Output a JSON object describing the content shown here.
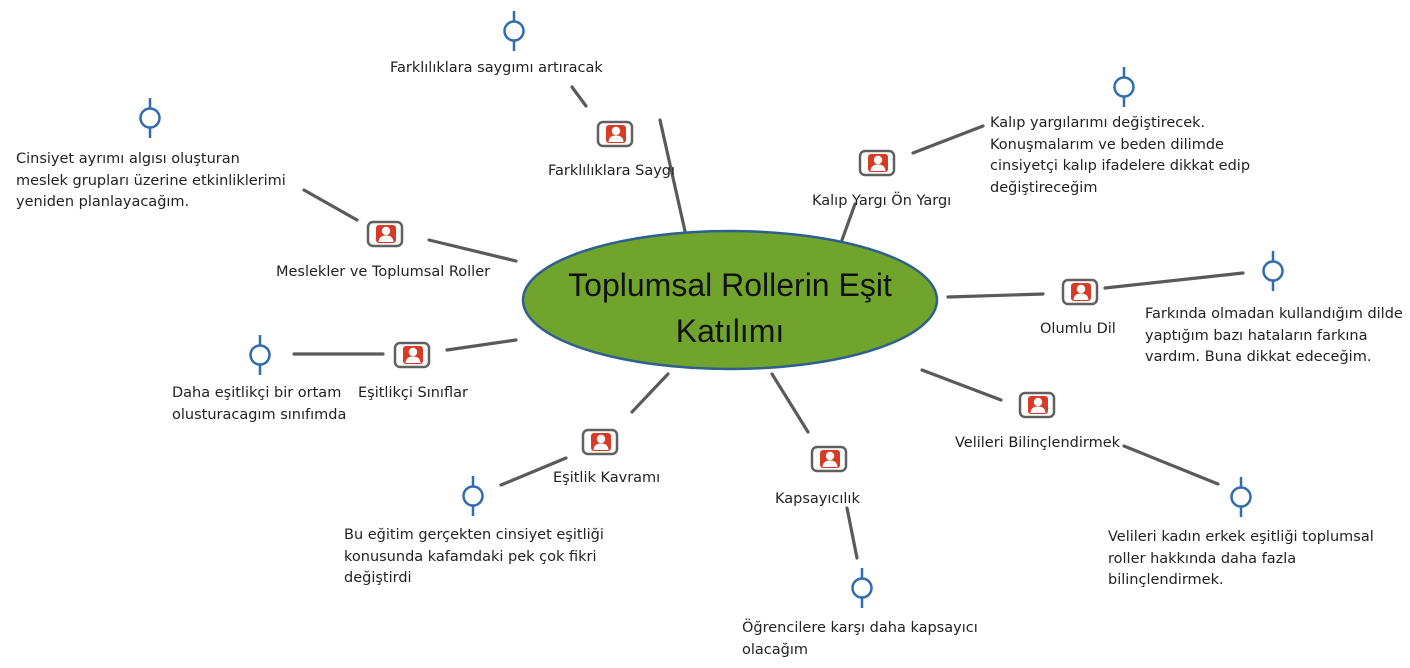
{
  "center": {
    "title": "Toplumsal Rollerin Eşit\nKatılımı",
    "fill": "#71a42c",
    "border": "#2f5f8f"
  },
  "colors": {
    "line": "#5a5a5a",
    "pin": "#2f6cb0",
    "icon_frame": "#606060",
    "icon_fill": "#d93a25"
  },
  "nodes": [
    {
      "label": "Farklılıklara Saygı",
      "icon": "person-card-icon"
    },
    {
      "label": "Kalıp Yargı Ön Yargı",
      "icon": "person-card-icon"
    },
    {
      "label": "Meslekler ve Toplumsal Roller",
      "icon": "person-card-icon"
    },
    {
      "label": "Olumlu Dil",
      "icon": "person-card-icon"
    },
    {
      "label": "Eşitlikçi Sınıflar",
      "icon": "person-card-icon"
    },
    {
      "label": "Velileri Bilinçlendirmek",
      "icon": "person-card-icon"
    },
    {
      "label": "Eşitlik Kavramı",
      "icon": "person-card-icon"
    },
    {
      "label": "Kapsayıcılık",
      "icon": "person-card-icon"
    }
  ],
  "notes": [
    "Farklılıklara saygımı artıracak",
    "Kalıp yargılarımı değiştirecek.\nKonuşmalarım ve beden dilimde\ncinsiyetçi kalıp ifadelere dikkat edip\ndeğiştireceğim",
    "Cinsiyet ayrımı algısı oluşturan\nmeslek grupları üzerine etkinliklerimi\nyeniden planlayacağım.",
    "Farkında olmadan kullandığım dilde\nyaptığım bazı hataların farkına\nvardım. Buna dikkat edeceğim.",
    "Daha eşitlikçi bir ortam\nolusturacagım sınıfımda",
    "Velileri kadın erkek eşitliği toplumsal\nroller hakkında daha fazla\nbilinçlendirmek.",
    "Bu eğitim gerçekten cinsiyet eşitliği\nkonusunda kafamdaki pek çok fikri\ndeğiştirdi",
    "Öğrencilere karşı daha kapsayıcı\nolacağım"
  ]
}
